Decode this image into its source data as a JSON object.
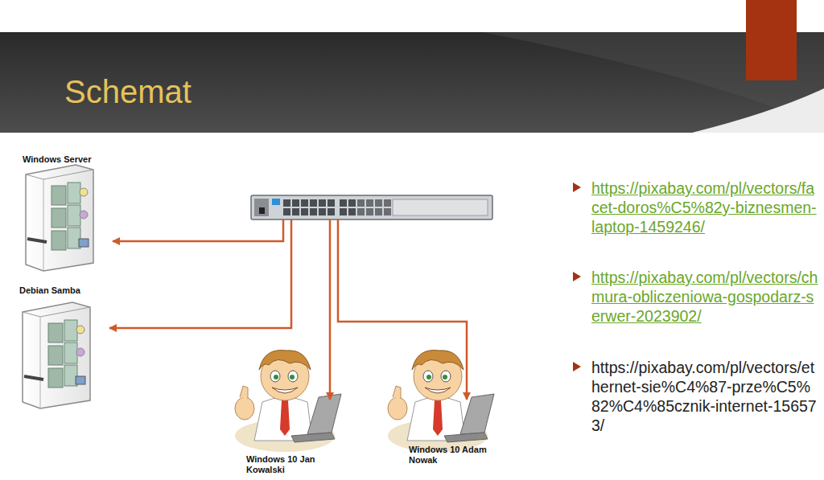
{
  "diagram": {
    "title": "Schemat",
    "nodes": [
      {
        "text": [
          "Windows Server"
        ]
      },
      {
        "text": []
      },
      {
        "text": [
          "Debian Samba"
        ]
      },
      {
        "text": [
          "Windows 10 Jan Kowalski"
        ]
      },
      {
        "text": [
          "Windows 10 Adam Nowak"
        ]
      }
    ],
    "edges": [
      {
        "from": 1,
        "to": 0,
        "arrow": "to"
      },
      {
        "from": 1,
        "to": 2,
        "arrow": "to"
      },
      {
        "from": 1,
        "to": 3,
        "arrow": "to"
      },
      {
        "from": 1,
        "to": 4,
        "arrow": "to"
      }
    ],
    "labels": [
      "https://pixabay.com/pl/vectors/facet-doros%C5%82y-biznesmen-laptop-1459246/",
      "https://pixabay.com/pl/vectors/chmura-obliczeniowa-gospodarz-serwer-2023902/",
      "https://pixabay.com/pl/vectors/ethernet-sie%C4%87-prze%C5%82%C4%85cznik-internet-156573/"
    ]
  }
}
